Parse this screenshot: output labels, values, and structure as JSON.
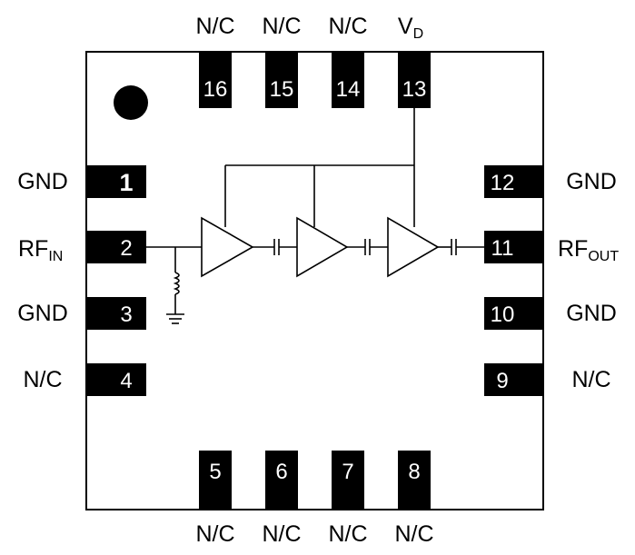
{
  "pins": {
    "p1": {
      "number": "1",
      "label": "GND"
    },
    "p2": {
      "number": "2",
      "label_main": "RF",
      "label_sub": "IN"
    },
    "p3": {
      "number": "3",
      "label": "GND"
    },
    "p4": {
      "number": "4",
      "label": "N/C"
    },
    "p5": {
      "number": "5",
      "label": "N/C"
    },
    "p6": {
      "number": "6",
      "label": "N/C"
    },
    "p7": {
      "number": "7",
      "label": "N/C"
    },
    "p8": {
      "number": "8",
      "label": "N/C"
    },
    "p9": {
      "number": "9",
      "label": "N/C"
    },
    "p10": {
      "number": "10",
      "label": "GND"
    },
    "p11": {
      "number": "11",
      "label_main": "RF",
      "label_sub": "OUT"
    },
    "p12": {
      "number": "12",
      "label": "GND"
    },
    "p13": {
      "number": "13",
      "label_main": "V",
      "label_sub": "D"
    },
    "p14": {
      "number": "14",
      "label": "N/C"
    },
    "p15": {
      "number": "15",
      "label": "N/C"
    },
    "p16": {
      "number": "16",
      "label": "N/C"
    }
  },
  "colors": {
    "ink": "#000000",
    "pin_text": "#ffffff",
    "background": "#ffffff"
  }
}
